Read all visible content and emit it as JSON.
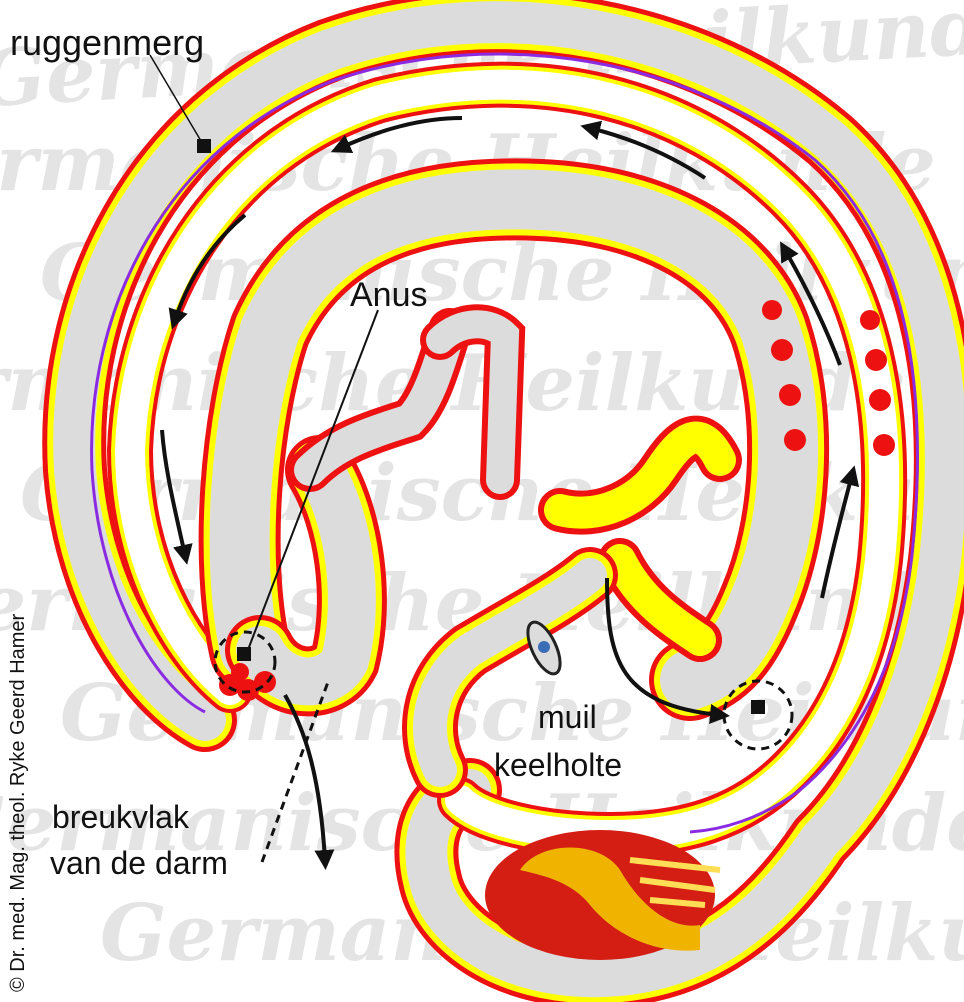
{
  "labels": {
    "spinal_cord": "ruggenmerg",
    "anus": "Anus",
    "mouth": "muil",
    "pharynx": "keelholte",
    "break_surface_1": "breukvlak",
    "break_surface_2": "van de darm"
  },
  "copyright": "© Dr. med. Mag. theol. Ryke Geerd Hamer",
  "watermark": "Germanische Heilkunde",
  "colors": {
    "outer_red": "#ee1111",
    "yellow": "#ffff00",
    "tissue_gray": "#dcdcdc",
    "spinal_purple": "#8a2be2",
    "arrow": "#111111",
    "heart_red": "#d41e14",
    "heart_orange": "#f0b400"
  }
}
